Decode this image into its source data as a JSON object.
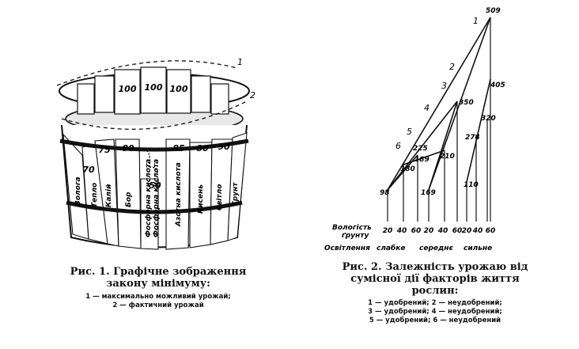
{
  "figure1": {
    "caption_line1": "Рис. 1. Графічне зображення",
    "caption_line2": "закону мінімуму:",
    "legend_line1": "1 — максимально можливий урожай;",
    "legend_line2": "2 — фактичний урожай",
    "callouts": [
      "1",
      "2"
    ],
    "back_staves": [
      "100",
      "100",
      "100"
    ],
    "front_values": [
      "75",
      "80",
      "85",
      "80",
      "90"
    ],
    "left_value": "70",
    "low_value": "50",
    "stave_labels": [
      "Волога",
      "Тепло",
      "Калій",
      "Бор",
      "Фосфорна кислота",
      "Фосфорна кислота",
      "Азотна кислота",
      "Кисень",
      "Світло",
      "Грунт"
    ]
  },
  "figure2": {
    "caption_line1": "Рис. 2. Залежність урожаю від",
    "caption_line2": "сумісної дії факторів життя",
    "caption_line3": "рослин:",
    "legend": [
      "1 — удобрений;  2 — неудобрений;",
      "3 — удобрений;  4 — неудобрений;",
      "5 — удобрений;  6 — неудобрений"
    ],
    "axis_label_line1": "Вологість",
    "axis_label_line2": "ґрунту",
    "moisture_ticks": [
      "20",
      "40",
      "60",
      "20",
      "40",
      "60",
      "20",
      "40",
      "60"
    ],
    "light_label": "Освітлення",
    "light_levels": [
      "слабке",
      "середнє",
      "сильне"
    ],
    "line_numbers": [
      "1",
      "2",
      "3",
      "4",
      "5",
      "6"
    ],
    "point_values": [
      "509",
      "405",
      "350",
      "320",
      "274",
      "225",
      "210",
      "189",
      "180",
      "169",
      "110",
      "98"
    ]
  }
}
